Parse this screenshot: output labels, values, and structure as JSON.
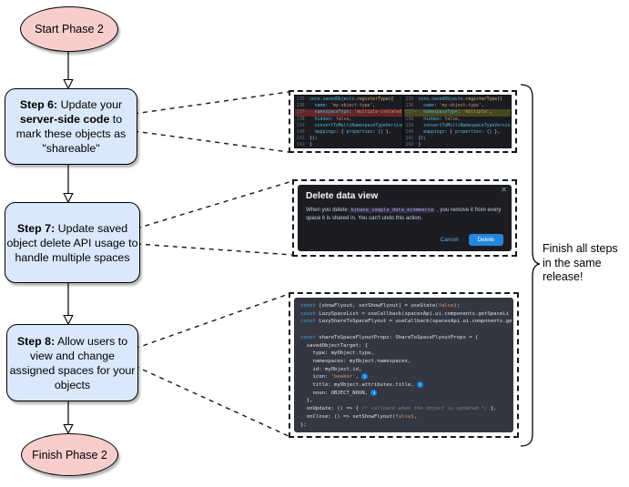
{
  "flow": {
    "start_label": "Start Phase 2",
    "finish_label": "Finish Phase 2",
    "steps": [
      {
        "segments": [
          {
            "text": "Step 6:",
            "bold": true
          },
          {
            "text": " Update your ",
            "bold": false
          },
          {
            "text": "server-side code",
            "bold": true
          },
          {
            "text": " to mark these objects as \"shareable\"",
            "bold": false
          }
        ]
      },
      {
        "segments": [
          {
            "text": "Step 7:",
            "bold": true
          },
          {
            "text": " Update saved object delete API usage to handle multiple spaces",
            "bold": false
          }
        ]
      },
      {
        "segments": [
          {
            "text": "Step 8:",
            "bold": true
          },
          {
            "text": " Allow users to view and change assigned spaces for your objects",
            "bold": false
          }
        ]
      }
    ]
  },
  "note": {
    "text": "Finish all steps in the same release!"
  },
  "colors": {
    "node_pink": "#f8cecc",
    "node_blue": "#dae8fc",
    "diff_delete_bg": "#632629",
    "diff_add_bg": "#46481f",
    "dark_panel_bg": "#1c1d23",
    "code_panel_bg": "#343741",
    "primary_button_blue": "#2586dd",
    "badge_blue": "#0c83d6"
  },
  "diff": {
    "left": {
      "lines": [
        {
          "num": "135",
          "seg": [
            [
              "t",
              "core.savedObjects."
            ],
            [
              "f",
              "registerType"
            ],
            [
              "w",
              "({"
            ]
          ]
        },
        {
          "num": "136",
          "seg": [
            [
              "w",
              "  "
            ],
            [
              "t",
              "name"
            ],
            [
              "w",
              ": "
            ],
            [
              "s",
              "'my-object-type'"
            ],
            [
              "w",
              ","
            ]
          ]
        },
        {
          "num": "137-",
          "hl": "del",
          "seg": [
            [
              "w",
              "  "
            ],
            [
              "t",
              "namespaceType"
            ],
            [
              "w",
              ": "
            ],
            [
              "s",
              "'multiple-isolated'"
            ],
            [
              "w",
              ","
            ]
          ]
        },
        {
          "num": "138",
          "seg": [
            [
              "w",
              "  "
            ],
            [
              "t",
              "hidden"
            ],
            [
              "w",
              ": "
            ],
            [
              "s",
              "false"
            ],
            [
              "w",
              ","
            ]
          ]
        },
        {
          "num": "139",
          "seg": [
            [
              "w",
              "  "
            ],
            [
              "t",
              "convertToMultiNamespaceTypeVersion"
            ],
            [
              "w",
              ": "
            ],
            [
              "s",
              "'"
            ]
          ]
        },
        {
          "num": "140",
          "seg": [
            [
              "w",
              "  "
            ],
            [
              "t",
              "mappings"
            ],
            [
              "w",
              ": { "
            ],
            [
              "t",
              "properties"
            ],
            [
              "w",
              ": "
            ],
            [
              "b",
              "{}"
            ],
            [
              "w",
              " },"
            ]
          ]
        },
        {
          "num": "141",
          "seg": [
            [
              "w",
              "});"
            ]
          ]
        },
        {
          "num": "142",
          "seg": [
            [
              "w",
              "}"
            ]
          ]
        }
      ]
    },
    "right": {
      "lines": [
        {
          "num": "135",
          "seg": [
            [
              "t",
              "core.savedObjects."
            ],
            [
              "f",
              "registerType"
            ],
            [
              "w",
              "({"
            ]
          ]
        },
        {
          "num": "136",
          "seg": [
            [
              "w",
              "  "
            ],
            [
              "t",
              "name"
            ],
            [
              "w",
              ": "
            ],
            [
              "s",
              "'my-object-type'"
            ],
            [
              "w",
              ","
            ]
          ]
        },
        {
          "num": "137+",
          "hl": "add",
          "seg": [
            [
              "w",
              "  "
            ],
            [
              "t",
              "namespaceType"
            ],
            [
              "w",
              ": "
            ],
            [
              "s",
              "'multiple'"
            ],
            [
              "w",
              ","
            ]
          ]
        },
        {
          "num": "138",
          "seg": [
            [
              "w",
              "  "
            ],
            [
              "t",
              "hidden"
            ],
            [
              "w",
              ": "
            ],
            [
              "s",
              "false"
            ],
            [
              "w",
              ","
            ]
          ]
        },
        {
          "num": "139",
          "seg": [
            [
              "w",
              "  "
            ],
            [
              "t",
              "convertToMultiNamespaceTypeVersion"
            ],
            [
              "w",
              ": "
            ],
            [
              "s",
              "'"
            ]
          ]
        },
        {
          "num": "140",
          "seg": [
            [
              "w",
              "  "
            ],
            [
              "t",
              "mappings"
            ],
            [
              "w",
              ": { "
            ],
            [
              "t",
              "properties"
            ],
            [
              "w",
              ": "
            ],
            [
              "b",
              "{}"
            ],
            [
              "w",
              " },"
            ]
          ]
        },
        {
          "num": "141",
          "seg": [
            [
              "w",
              "});"
            ]
          ]
        },
        {
          "num": "142",
          "seg": [
            [
              "w",
              "}"
            ]
          ]
        }
      ]
    }
  },
  "modal": {
    "title": "Delete data view",
    "close_glyph": "✕",
    "body_prefix": "When you delete ",
    "code_chip": "kibana_sample_data_ecommerce",
    "body_suffix": " , you remove it from every space it is shared in. You can't undo this action.",
    "cancel_label": "Cancel",
    "delete_label": "Delete"
  },
  "code": {
    "lines": [
      {
        "seg": [
          [
            "k",
            "const"
          ],
          [
            "w",
            " [showFlyout, setShowFlyout] = useState("
          ],
          [
            "s",
            "false"
          ],
          [
            "w",
            ");"
          ]
        ]
      },
      {
        "seg": [
          [
            "k",
            "const"
          ],
          [
            "w",
            " LazySpaceList = useCallback(spacesApi.ui.components.getSpaceLi"
          ]
        ]
      },
      {
        "seg": [
          [
            "k",
            "const"
          ],
          [
            "w",
            " LazyShareToSpaceFlyout = useCallback(spacesApi.ui.components.ge"
          ]
        ]
      },
      {
        "seg": []
      },
      {
        "seg": [
          [
            "k",
            "const"
          ],
          [
            "w",
            " shareToSpaceFlyoutProps: ShareToSpaceFlyoutProps = {"
          ]
        ]
      },
      {
        "seg": [
          [
            "w",
            "  savedObjectTarget: {"
          ]
        ]
      },
      {
        "seg": [
          [
            "w",
            "    type: myObject.type,"
          ]
        ]
      },
      {
        "seg": [
          [
            "w",
            "    namespaces: myObject.namespaces,"
          ]
        ]
      },
      {
        "seg": [
          [
            "w",
            "    id: myObject.id,"
          ]
        ]
      },
      {
        "seg": [
          [
            "w",
            "    icon: "
          ],
          [
            "s",
            "'beaker'"
          ],
          [
            "w",
            ", "
          ],
          [
            "g",
            "1"
          ]
        ]
      },
      {
        "seg": [
          [
            "w",
            "    title: myObject.attributes.title, "
          ],
          [
            "g",
            "2"
          ]
        ]
      },
      {
        "seg": [
          [
            "w",
            "    noun: OBJECT_NOUN, "
          ],
          [
            "g",
            "3"
          ]
        ]
      },
      {
        "seg": [
          [
            "w",
            "  },"
          ]
        ]
      },
      {
        "seg": [
          [
            "w",
            "  onUpdate: () => { "
          ],
          [
            "c",
            "/* callback when the object is updated */"
          ],
          [
            "w",
            " },"
          ]
        ]
      },
      {
        "seg": [
          [
            "w",
            "  onClose: () => setShowFlyout("
          ],
          [
            "s",
            "false"
          ],
          [
            "w",
            "),"
          ]
        ]
      },
      {
        "seg": [
          [
            "w",
            "};"
          ]
        ]
      }
    ]
  }
}
